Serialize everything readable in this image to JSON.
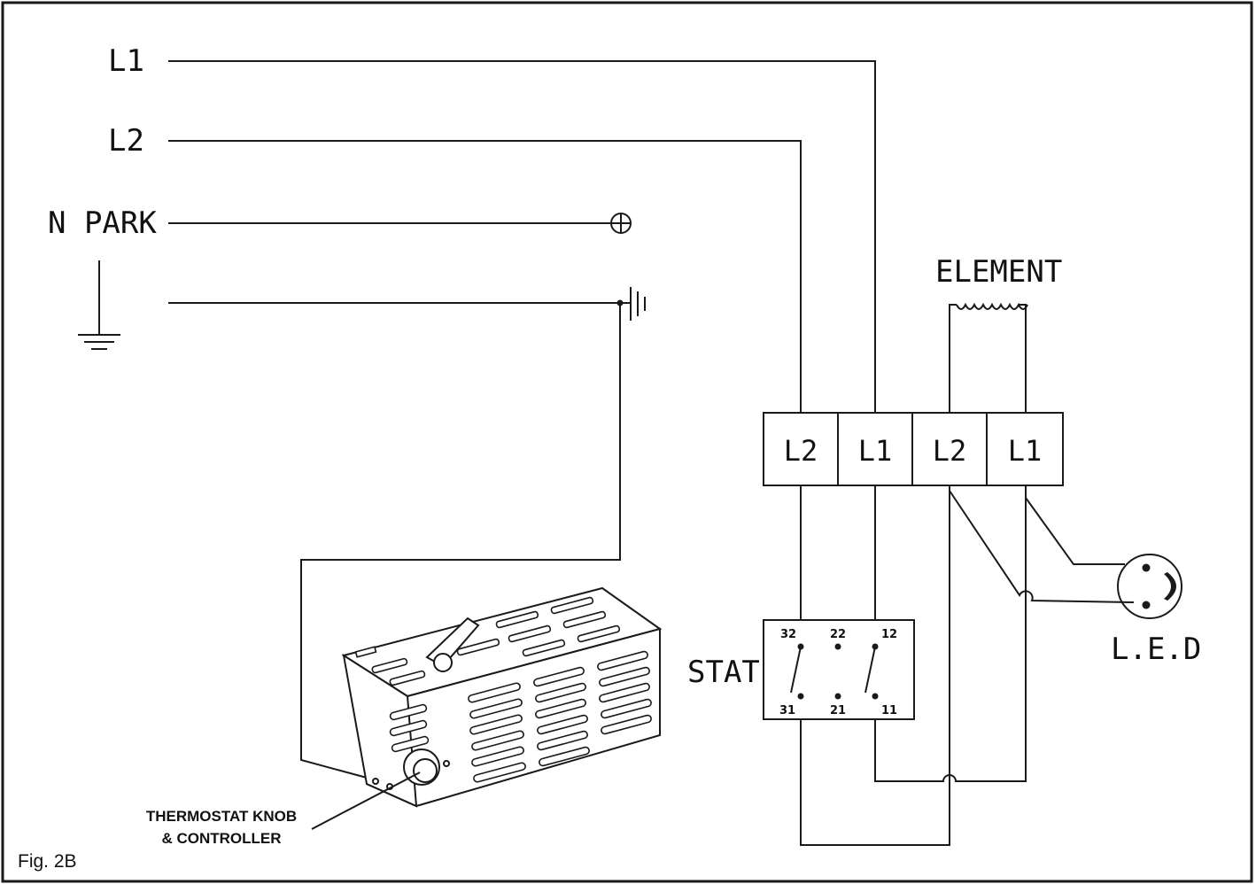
{
  "figure_label": "Fig. 2B",
  "supply_labels": {
    "l1": "L1",
    "l2": "L2",
    "neutral": "N PARK"
  },
  "element_label": "ELEMENT",
  "terminal_block": [
    "L2",
    "L1",
    "L2",
    "L1"
  ],
  "stat": {
    "label": "STAT",
    "contacts_top": [
      "32",
      "22",
      "12"
    ],
    "contacts_bottom": [
      "31",
      "21",
      "11"
    ]
  },
  "led_label": "L.E.D",
  "thermostat_caption": [
    "THERMOSTAT KNOB",
    "& CONTROLLER"
  ],
  "colors": {
    "line": "#1a1a1a",
    "background": "#ffffff"
  }
}
